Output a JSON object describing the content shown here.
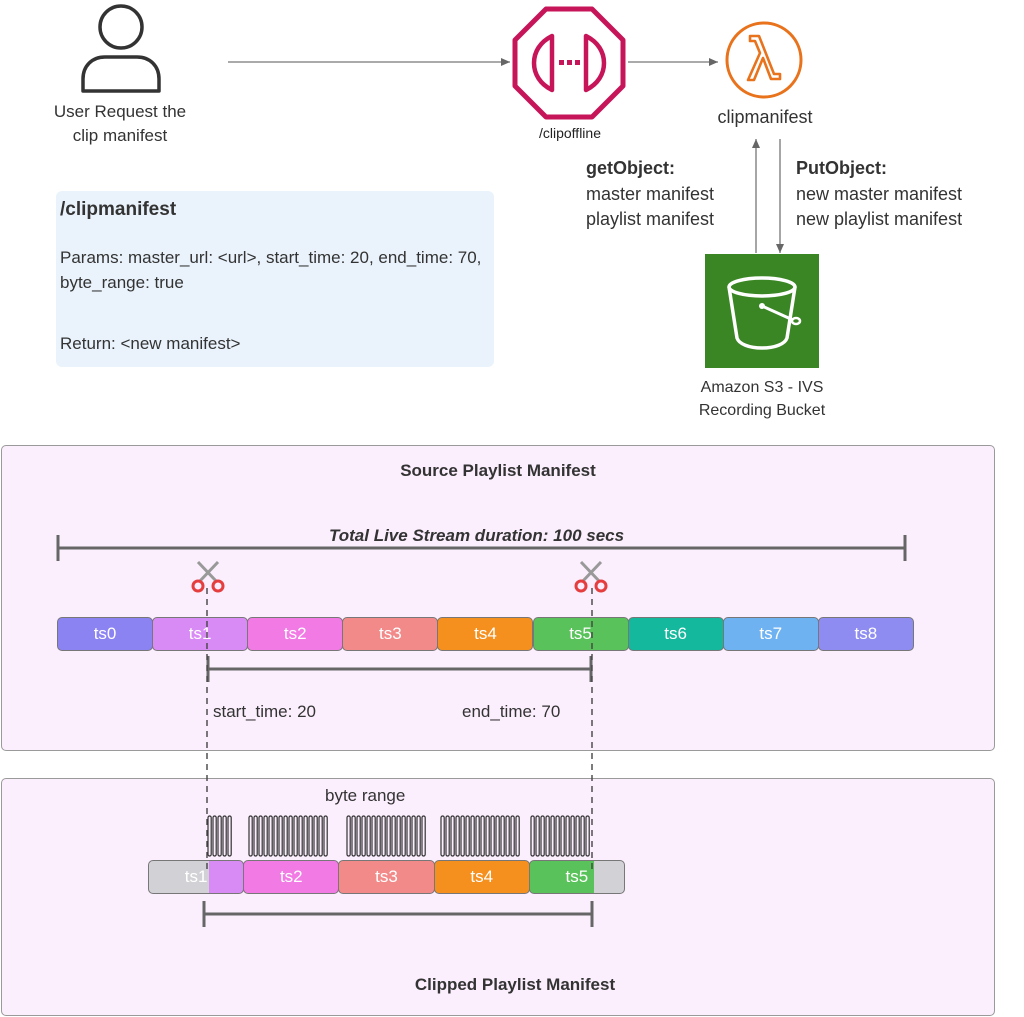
{
  "user": {
    "label": "User Request the clip manifest"
  },
  "gateway": {
    "label": "/clipoffline"
  },
  "lambda": {
    "label": "clipmanifest"
  },
  "s3": {
    "label": "Amazon S3 - IVS Recording Bucket"
  },
  "get_object": {
    "title": "getObject:",
    "line1": "master manifest",
    "line2": "playlist manifest"
  },
  "put_object": {
    "title": "PutObject:",
    "line1": "new master manifest",
    "line2": "new playlist manifest"
  },
  "card": {
    "title": "/clipmanifest",
    "params": "Params: master_url: <url>, start_time: 20, end_time: 70, byte_range: true",
    "return": "Return: <new manifest>"
  },
  "source": {
    "title": "Source Playlist Manifest",
    "duration_label": "Total Live Stream duration: 100 secs",
    "start_label": "start_time: 20",
    "end_label": "end_time: 70",
    "segments": [
      {
        "label": "ts0",
        "color": "#8c83f2"
      },
      {
        "label": "ts1",
        "color": "#d98bf5"
      },
      {
        "label": "ts2",
        "color": "#f27ae5"
      },
      {
        "label": "ts3",
        "color": "#f28a8a"
      },
      {
        "label": "ts4",
        "color": "#f5901f"
      },
      {
        "label": "ts5",
        "color": "#5ac25a"
      },
      {
        "label": "ts6",
        "color": "#14b89c"
      },
      {
        "label": "ts7",
        "color": "#6fb2f2"
      },
      {
        "label": "ts8",
        "color": "#8e8cf0"
      }
    ]
  },
  "clipped": {
    "title": "Clipped Playlist Manifest",
    "byte_range_label": "byte range",
    "segments": [
      {
        "label": "ts1",
        "color": "#d2d2d6"
      },
      {
        "label": "ts2",
        "color": "#f27ae5"
      },
      {
        "label": "ts3",
        "color": "#f28a8a"
      },
      {
        "label": "ts4",
        "color": "#f5901f"
      },
      {
        "label": "ts5",
        "color": "#5ac25a"
      }
    ]
  },
  "colors": {
    "gateway": "#c7155a",
    "lambda": "#e8731c",
    "s3": "#3b8624",
    "card": "#eaf3fc",
    "panel": "#fbeefd"
  },
  "icons": [
    "user-icon",
    "api-gateway-icon",
    "lambda-icon",
    "s3-bucket-icon",
    "scissors-icon"
  ]
}
